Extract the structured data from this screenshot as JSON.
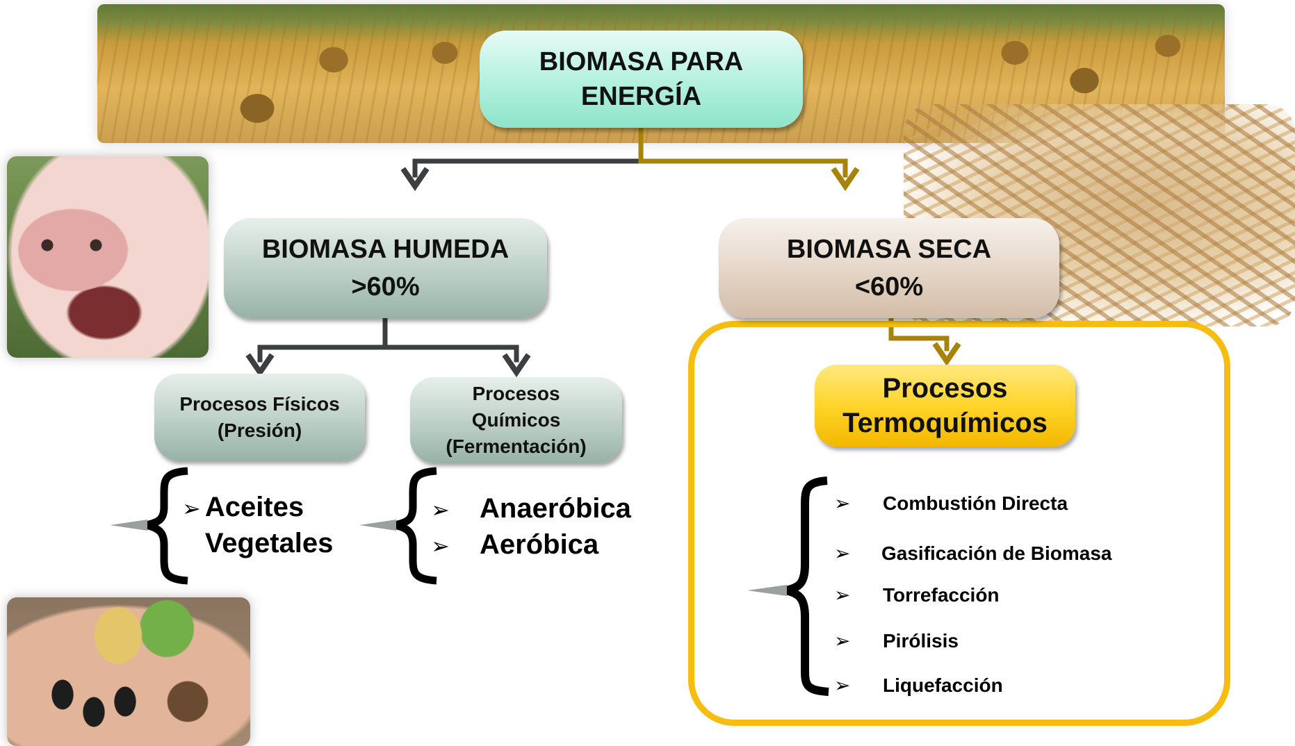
{
  "diagram": {
    "root": "BIOMASA PARA\nENERGÍA",
    "wet": {
      "title": "BIOMASA HUMEDA",
      "threshold": ">60%",
      "physical": {
        "label": "Procesos Físicos\n(Presión)",
        "items": [
          "Aceites\nVegetales"
        ]
      },
      "chemical": {
        "label": "Procesos\nQuímicos\n(Fermentación)",
        "items": [
          "Anaeróbica",
          "Aeróbica"
        ]
      }
    },
    "dry": {
      "title": "BIOMASA SECA",
      "threshold": "<60%",
      "thermochemical": {
        "label": "Procesos\nTermoquímicos",
        "items": [
          "Combustión Directa",
          "Gasificación de Biomasa",
          "Torrefacción",
          "Pirólisis",
          "Liquefacción"
        ]
      }
    },
    "bullet_symbol": "➢",
    "colors": {
      "root_box": "#b2f0dd",
      "wet_box": "#b8ccc3",
      "dry_box": "#e2d2c3",
      "thermo_box": "#ffd42a",
      "panel_border": "#f5bd10",
      "arrow_dark": "#3b3f3f",
      "arrow_gold": "#a8830a"
    }
  }
}
